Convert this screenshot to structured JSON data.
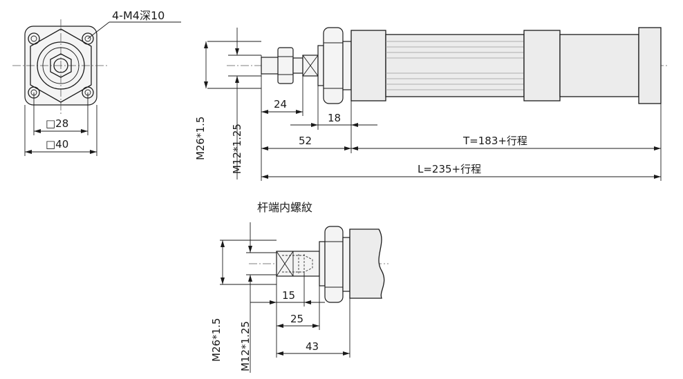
{
  "labels": {
    "hole_spec": "4-M4深10",
    "square_28": "□28",
    "square_40": "□40",
    "dim_24": "24",
    "dim_18": "18",
    "dim_52": "52",
    "dim_T": "T=183+行程",
    "dim_L": "L=235+行程",
    "thread_m26_top": "M26*1.5",
    "thread_m12_top": "M12*1.25",
    "section_title": "杆端内螺紋",
    "dim_15": "15",
    "dim_25": "25",
    "dim_43": "43",
    "thread_m26_bottom": "M26*1.5",
    "thread_m12_bottom": "M12*1.25"
  }
}
